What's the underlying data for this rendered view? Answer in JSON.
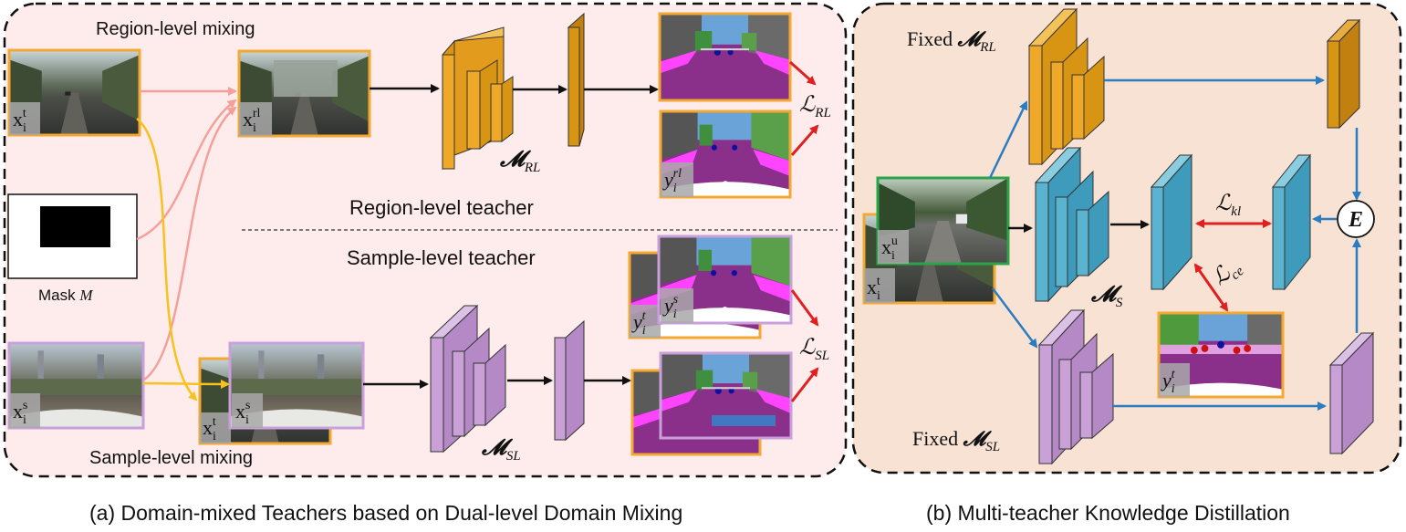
{
  "panel_a": {
    "region_mixing_label": "Region-level mixing",
    "sample_mixing_label": "Sample-level mixing",
    "region_teacher_label": "Region-level teacher",
    "sample_teacher_label": "Sample-level teacher",
    "mask_label_text": "Mask ",
    "mask_label_var": "M",
    "img_xt": {
      "base": "x",
      "sub": "i",
      "sup": "t"
    },
    "img_xrl": {
      "base": "x",
      "sub": "i",
      "sup": "rl"
    },
    "img_xs": {
      "base": "x",
      "sub": "i",
      "sup": "s"
    },
    "img_xt_small": {
      "base": "x",
      "sub": "i",
      "sup": "t"
    },
    "img_xs_mix": {
      "base": "x",
      "sub": "i",
      "sup": "s"
    },
    "img_yrl": {
      "base": "y",
      "sub": "i",
      "sup": "rl"
    },
    "img_yt": {
      "base": "y",
      "sub": "i",
      "sup": "t"
    },
    "img_ys": {
      "base": "y",
      "sub": "i",
      "sup": "s"
    },
    "model_rl": {
      "base": "𝓜",
      "sub": "RL"
    },
    "model_sl": {
      "base": "𝓜",
      "sub": "SL"
    },
    "loss_rl": {
      "base": "ℒ",
      "sub": "RL"
    },
    "loss_sl": {
      "base": "ℒ",
      "sub": "SL"
    },
    "caption": "(a) Domain-mixed Teachers based on Dual-level Domain Mixing"
  },
  "panel_b": {
    "fixed_rl": {
      "prefix": "Fixed ",
      "base": "𝓜",
      "sub": "RL"
    },
    "fixed_sl": {
      "prefix": "Fixed ",
      "base": "𝓜",
      "sub": "SL"
    },
    "model_s": {
      "base": "𝓜",
      "sub": "S"
    },
    "img_xu": {
      "base": "x",
      "sub": "i",
      "sup": "u"
    },
    "img_xt": {
      "base": "x",
      "sub": "i",
      "sup": "t"
    },
    "img_yt": {
      "base": "y",
      "sub": "i",
      "sup": "t"
    },
    "loss_kl": {
      "base": "ℒ",
      "sub": "kl"
    },
    "loss_ce": {
      "base": "ℒ",
      "sub": "ce"
    },
    "ensemble": "E",
    "caption": "(b) Multi-teacher Knowledge Distillation"
  },
  "colors": {
    "panel_a_bg": "#fdeceb",
    "panel_b_bg": "#f8e2d4",
    "rl_block": "#f0a829",
    "rl_out": "#d89413",
    "sl_block": "#c9a1d7",
    "s_block": "#5bb4cf",
    "target_frame": "#f2a831",
    "source_frame": "#c9a0dc",
    "unlabeled_frame": "#2aa54a",
    "arrow_black": "#111111",
    "arrow_blue": "#2a7dc0",
    "arrow_red": "#e02020",
    "arrow_pink": "#f4a09a",
    "arrow_yellow": "#f7c21d"
  }
}
